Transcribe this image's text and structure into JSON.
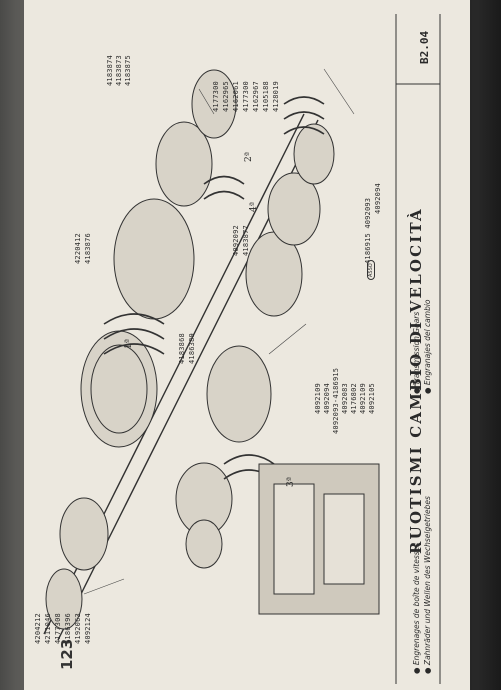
{
  "page": {
    "number": "123",
    "section_code": "B2.04"
  },
  "title": {
    "main": "RUOTISMI CAMBIO DI VELOCITÀ",
    "lines": [
      "● Engrenages de boîte de vitesses",
      "● Zahnräder und Wellen des Wechselgetriebes",
      "● Transmission Gears",
      "● Engranajes del cambio"
    ]
  },
  "gear_labels": {
    "first": "1ª",
    "second": "2ª",
    "third": "3ª",
    "fourth": "4ª"
  },
  "part_numbers": {
    "bottom_left": [
      "4204212",
      "4211046",
      "4177308",
      "4186396",
      "4192063",
      "4092124"
    ],
    "top": [
      "4183874",
      "4183873",
      "4183875"
    ],
    "mid_top": [
      "4220412",
      "4183876"
    ],
    "mid": [
      "4183868",
      "4186389"
    ],
    "center": [
      "4092092",
      "4183877"
    ],
    "right_top": [
      "4177300",
      "4162965",
      "4162061",
      "4177300",
      "4162967",
      "4105188",
      "4128019"
    ],
    "right_mid": [
      "4186915 4092093",
      "4092094"
    ],
    "bottom_center": [
      "4092109",
      "4092094",
      "4092093-4186915",
      "4092083",
      "4176802",
      "4092109",
      "4092105"
    ]
  },
  "badge": "ASSO",
  "colors": {
    "paper": "#ece8df",
    "ink": "#2a2a2a"
  }
}
